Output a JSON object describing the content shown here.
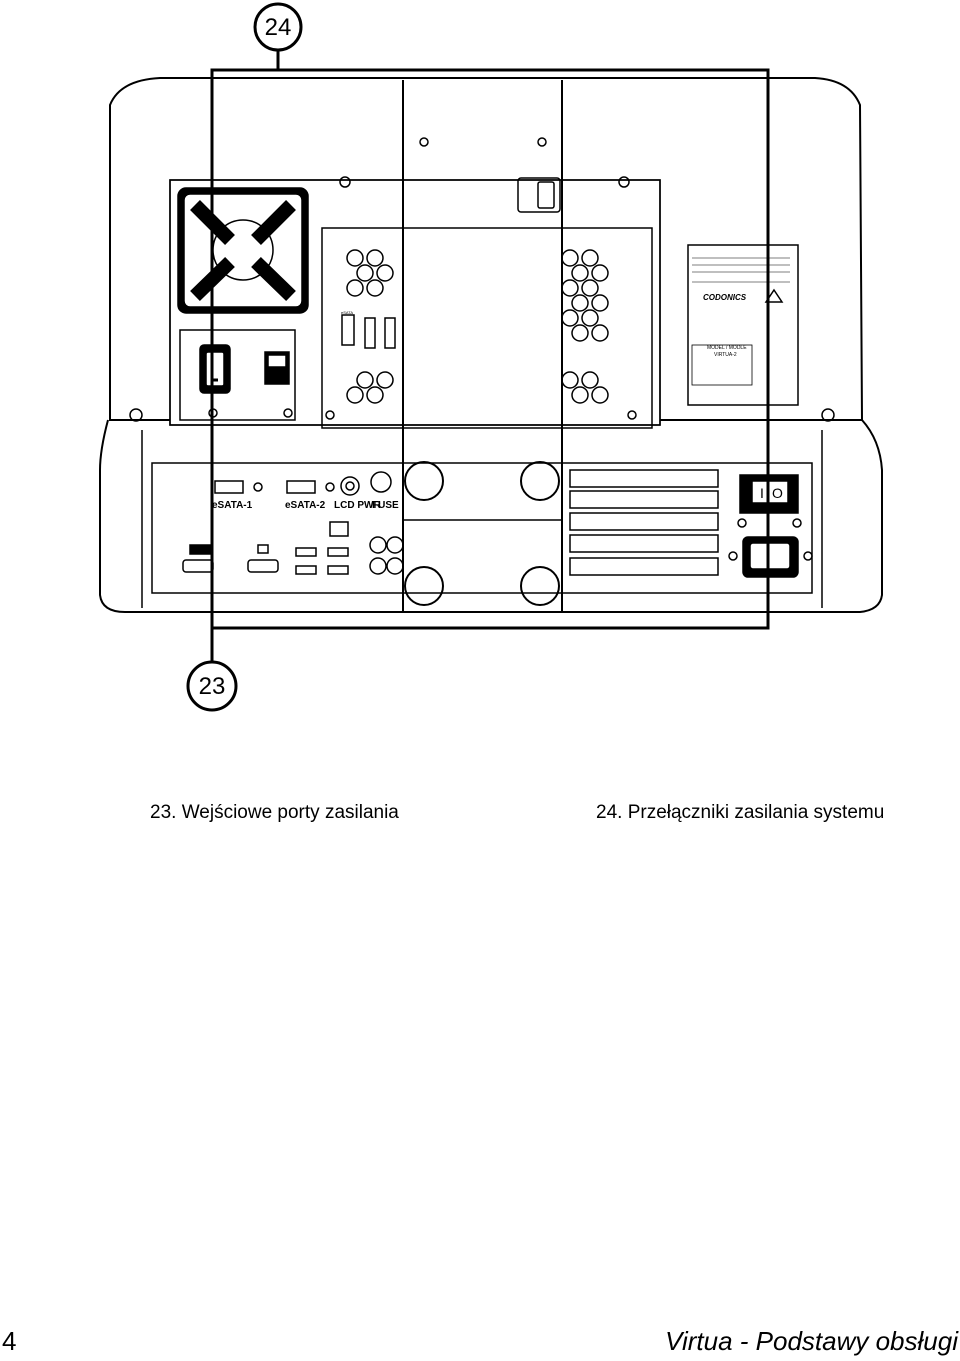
{
  "callouts": [
    {
      "number": "24"
    },
    {
      "number": "23"
    }
  ],
  "device_labels": {
    "esata1": "eSATA-1",
    "esata2": "eSATA-2",
    "lcd_pwr": "LCD PWR",
    "fuse": "FUSE",
    "switch_off": "O",
    "switch_on": "I",
    "brand": "CODONICS",
    "model": "MODEL / MODLE",
    "model_name": "VIRTUA-2",
    "esata_small": "eSATA"
  },
  "captions": {
    "c23": "23.  Wejściowe porty zasilania",
    "c24": "24.  Przełączniki zasilania systemu"
  },
  "footer": {
    "page_number": "4",
    "title": "Virtua - Podstawy obsługi"
  }
}
